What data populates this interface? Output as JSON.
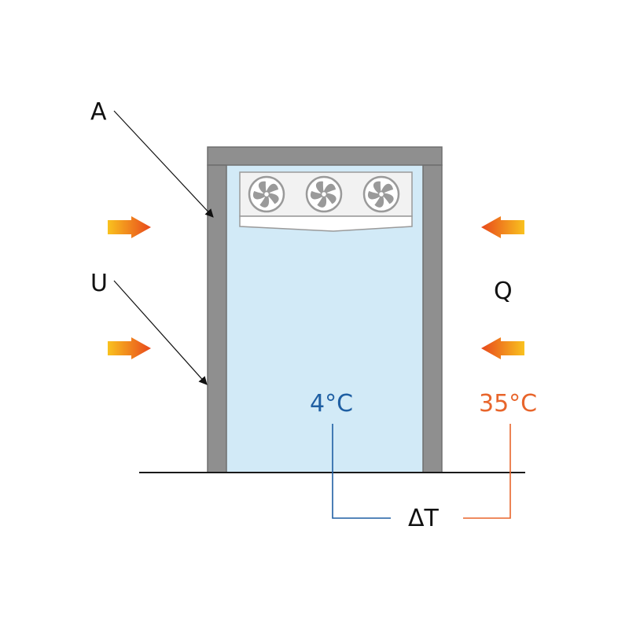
{
  "labels": {
    "area": "A",
    "u_value": "U",
    "heat_load": "Q",
    "inside_temp": "4°C",
    "outside_temp": "35°C",
    "delta_t": "ΔT"
  },
  "colors": {
    "wall": "#8f8f8f",
    "wall_stroke": "#6f6f6f",
    "interior": "#d2eaf7",
    "inside_temp": "#1f5fa3",
    "outside_temp": "#e8652b",
    "arrow_start": "#f9c21f",
    "arrow_end": "#e8481c",
    "text": "#111111"
  },
  "icons": {
    "fan": "fan-icon",
    "heat_arrow": "heat-arrow-icon"
  }
}
